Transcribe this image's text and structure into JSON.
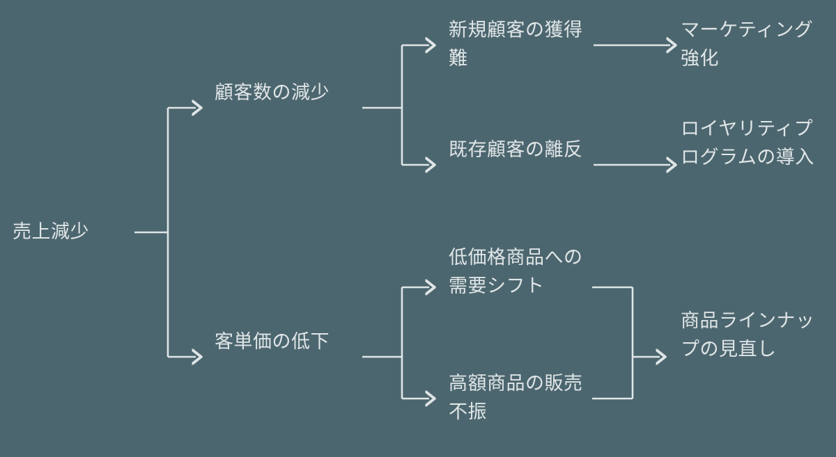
{
  "diagram": {
    "type": "logic-tree",
    "title": "",
    "colors": {
      "background": "#4c666f",
      "text": "#dfe5e6",
      "edge": "#dfe5e6"
    },
    "levels": [
      {
        "name": "problem",
        "label": ""
      },
      {
        "name": "cause-level-1",
        "label": ""
      },
      {
        "name": "cause-level-2",
        "label": ""
      },
      {
        "name": "solution",
        "label": ""
      }
    ],
    "nodes": {
      "root": {
        "id": "n0",
        "text": "売上減少",
        "level": 0
      },
      "branch_1": {
        "id": "n1",
        "text": "顧客数の減少",
        "level": 1
      },
      "branch_2": {
        "id": "n2",
        "text": "客単価の低下",
        "level": 1
      },
      "cause_1_1": {
        "id": "n3",
        "text": "新規顧客の獲得難",
        "level": 2
      },
      "cause_1_2": {
        "id": "n4",
        "text": "既存顧客の離反",
        "level": 2
      },
      "cause_2_1": {
        "id": "n5",
        "text": "低価格商品への需要シフト",
        "level": 2
      },
      "cause_2_2": {
        "id": "n6",
        "text": "高額商品の販売不振",
        "level": 2
      },
      "solution_1": {
        "id": "n7",
        "text": "マーケティング強化",
        "level": 3
      },
      "solution_2": {
        "id": "n8",
        "text": "ロイヤリティプログラムの導入",
        "level": 3
      },
      "solution_3": {
        "id": "n9",
        "text": "商品ラインナップの見直し",
        "level": 3
      }
    },
    "edges": [
      {
        "from": "root",
        "to": "branch_1",
        "style": "orthogonal-arrow"
      },
      {
        "from": "root",
        "to": "branch_2",
        "style": "orthogonal-arrow"
      },
      {
        "from": "branch_1",
        "to": "cause_1_1",
        "style": "orthogonal-arrow"
      },
      {
        "from": "branch_1",
        "to": "cause_1_2",
        "style": "orthogonal-arrow"
      },
      {
        "from": "branch_2",
        "to": "cause_2_1",
        "style": "orthogonal-arrow"
      },
      {
        "from": "branch_2",
        "to": "cause_2_2",
        "style": "orthogonal-arrow"
      },
      {
        "from": "cause_1_1",
        "to": "solution_1",
        "style": "straight-arrow"
      },
      {
        "from": "cause_1_2",
        "to": "solution_2",
        "style": "straight-arrow"
      },
      {
        "from": "cause_2_1",
        "to": "solution_3",
        "style": "merge-arrow"
      },
      {
        "from": "cause_2_2",
        "to": "solution_3",
        "style": "merge-arrow"
      }
    ]
  }
}
